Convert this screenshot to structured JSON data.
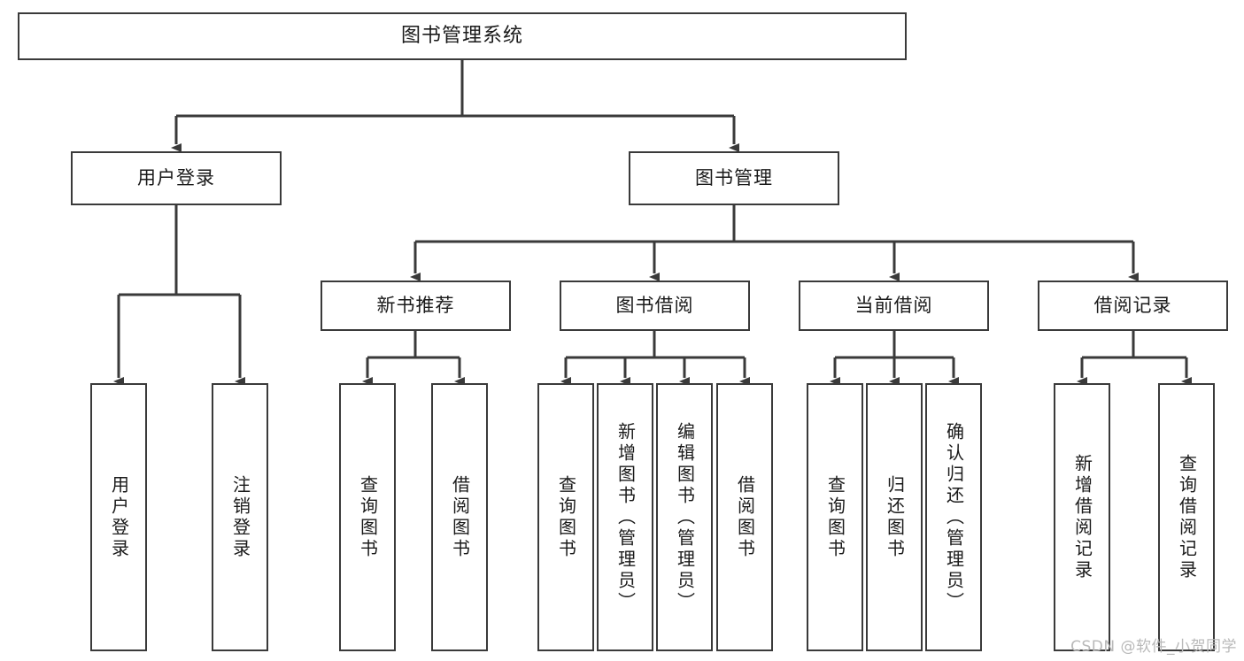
{
  "diagram": {
    "title": "图书管理系统",
    "type": "tree-hierarchy-chart",
    "watermark": "CSDN @软件_小贺同学",
    "colors": {
      "box_border": "#3a3a3a",
      "box_fill": "#ffffff",
      "connector": "#3a3a3a",
      "text": "#1a1a1a",
      "watermark": "#b9b9b9",
      "background": "#ffffff"
    },
    "nodes": {
      "root": {
        "label": "图书管理系统"
      },
      "level2": [
        {
          "id": "user-login",
          "label": "用户登录"
        },
        {
          "id": "book-manage",
          "label": "图书管理"
        }
      ],
      "level3": [
        {
          "id": "new-book-recommend",
          "label": "新书推荐"
        },
        {
          "id": "book-borrow",
          "label": "图书借阅"
        },
        {
          "id": "current-borrow",
          "label": "当前借阅"
        },
        {
          "id": "borrow-record",
          "label": "借阅记录"
        }
      ],
      "leaves": {
        "user_login": [
          {
            "id": "leaf-user-login",
            "label": "用户登录"
          },
          {
            "id": "leaf-logout-login",
            "label": "注销登录"
          }
        ],
        "new_book_recommend": [
          {
            "id": "leaf-query-book-1",
            "label": "查询图书"
          },
          {
            "id": "leaf-borrow-book-1",
            "label": "借阅图书"
          }
        ],
        "book_borrow": [
          {
            "id": "leaf-query-book-2",
            "label": "查询图书"
          },
          {
            "id": "leaf-add-book",
            "label": "新增图书（管理员）"
          },
          {
            "id": "leaf-edit-book",
            "label": "编辑图书（管理员）"
          },
          {
            "id": "leaf-borrow-book-2",
            "label": "借阅图书"
          }
        ],
        "current_borrow": [
          {
            "id": "leaf-query-book-3",
            "label": "查询图书"
          },
          {
            "id": "leaf-return-book",
            "label": "归还图书"
          },
          {
            "id": "leaf-confirm-return",
            "label": "确认归还（管理员）"
          }
        ],
        "borrow_record": [
          {
            "id": "leaf-add-record",
            "label": "新增借阅记录"
          },
          {
            "id": "leaf-query-record",
            "label": "查询借阅记录"
          }
        ]
      }
    }
  }
}
